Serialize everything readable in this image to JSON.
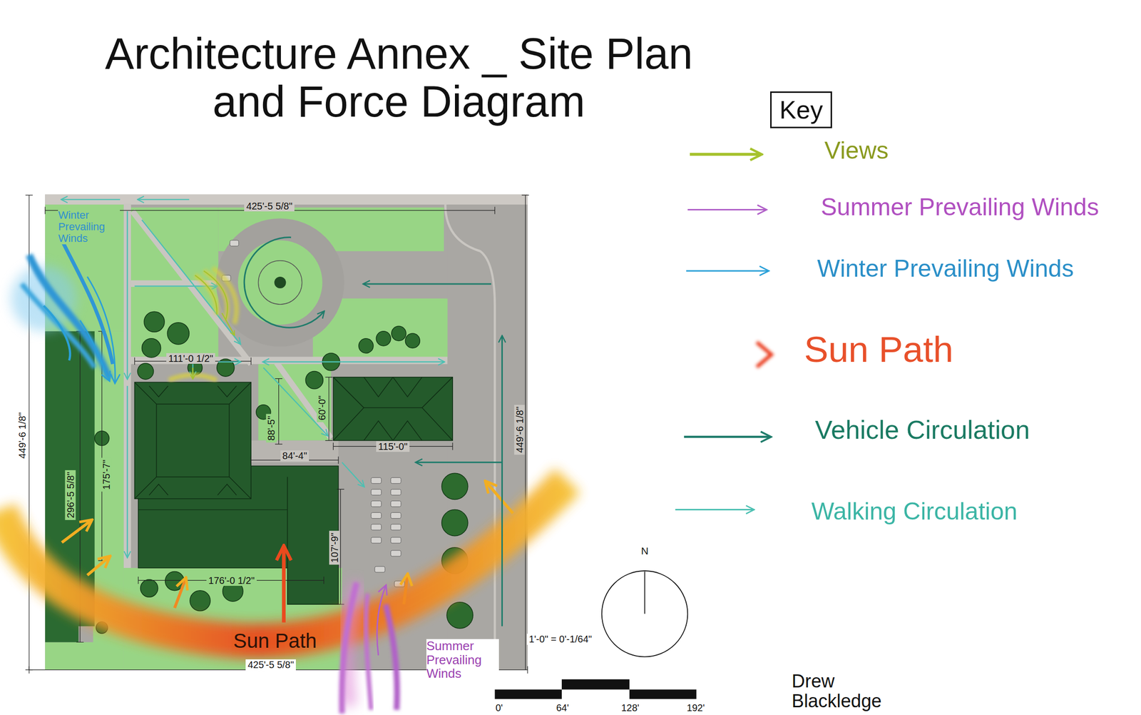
{
  "diagram": {
    "title": "Architecture Annex _ Site Plan and Force Diagram",
    "nodes": [
      {
        "text": [
          "Key"
        ]
      }
    ],
    "labels": [
      "425'-5 5/8\"",
      "449'-6 1/8\"",
      "296'-5 5/8\"",
      "175'-7\"",
      "111'-0 1/2\"",
      "88'-5\"",
      "60'-0\"",
      "84'-4\"",
      "115'-0\"",
      "449'-6 1/8\"",
      "107'-9\"",
      "176'-0 1/2\"",
      "425'-5 5/8\"",
      "Winter Prevailing Winds",
      "Sun Path",
      "Summer Prevailing Winds",
      "N",
      "1'-0\" = 0'-1/64\"",
      "0'",
      "64'",
      "128'",
      "192'",
      "Drew Blackledge"
    ],
    "legend": [
      {
        "text": "Views"
      },
      {
        "text": "Summer Prevailing Winds"
      },
      {
        "text": "Winter Prevailing Winds"
      },
      {
        "text": "Sun Path"
      },
      {
        "text": "Vehicle Circulation"
      },
      {
        "text": "Walking Circulation"
      }
    ]
  }
}
